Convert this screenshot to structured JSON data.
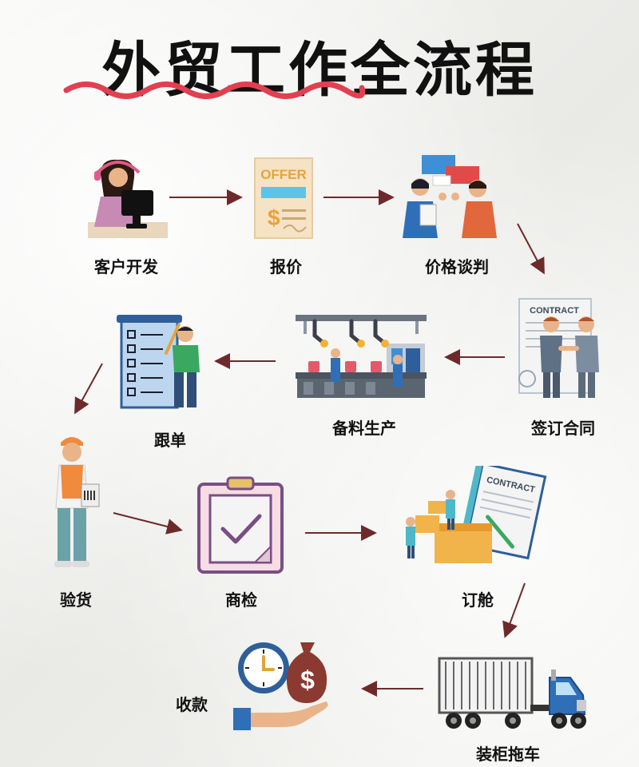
{
  "title": "外贸工作全流程",
  "steps": [
    {
      "label": "客户开发"
    },
    {
      "label": "报价"
    },
    {
      "label": "价格谈判"
    },
    {
      "label": "签订合同"
    },
    {
      "label": "备料生产"
    },
    {
      "label": "跟单"
    },
    {
      "label": "验货"
    },
    {
      "label": "商检"
    },
    {
      "label": "订舱"
    },
    {
      "label": "装柜拖车"
    },
    {
      "label": "收款"
    }
  ],
  "icons": {
    "offer_text": "OFFER",
    "contract_text": "CONTRACT"
  },
  "colors": {
    "arrow": "#6e2a2a",
    "wave": "#e04050",
    "accent_blue": "#2f6fb8",
    "accent_orange": "#f08a3c",
    "accent_green": "#3aa860"
  }
}
